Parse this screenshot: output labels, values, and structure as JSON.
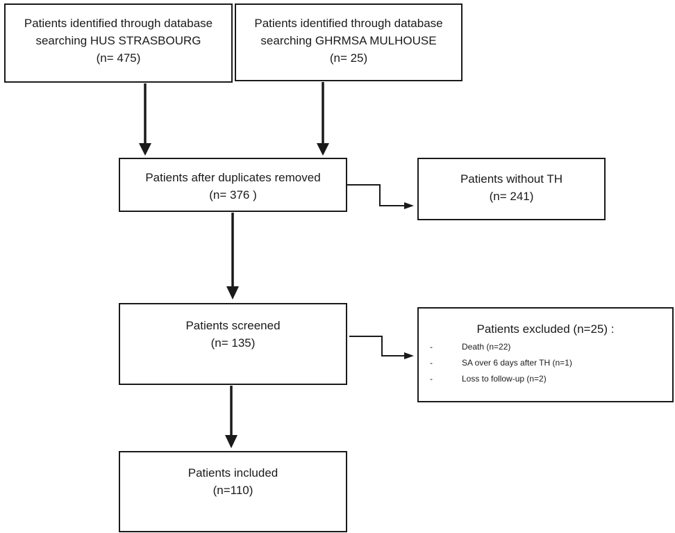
{
  "boxes": {
    "hus": {
      "line1": "Patients identified through database",
      "line2": "searching HUS STRASBOURG",
      "count": "(n= 475)"
    },
    "ghrmsa": {
      "line1": "Patients identified through database",
      "line2": "searching GHRMSA MULHOUSE",
      "count": "(n= 25)"
    },
    "duplicates_removed": {
      "label": "Patients after duplicates removed",
      "count": "(n= 376 )"
    },
    "without_th": {
      "label": "Patients without TH",
      "count": "(n= 241)"
    },
    "screened": {
      "label": "Patients screened",
      "count": "(n= 135)"
    },
    "excluded": {
      "title": "Patients excluded (n=25) :",
      "items": [
        {
          "dash": "-",
          "text": "Death (n=22)"
        },
        {
          "dash": "-",
          "text": "SA over 6 days after TH (n=1)"
        },
        {
          "dash": "-",
          "text": "Loss to follow-up (n=2)"
        }
      ]
    },
    "included": {
      "label": "Patients included",
      "count": "(n=110)"
    }
  },
  "colors": {
    "stroke": "#1a1a1a",
    "background": "#ffffff"
  }
}
